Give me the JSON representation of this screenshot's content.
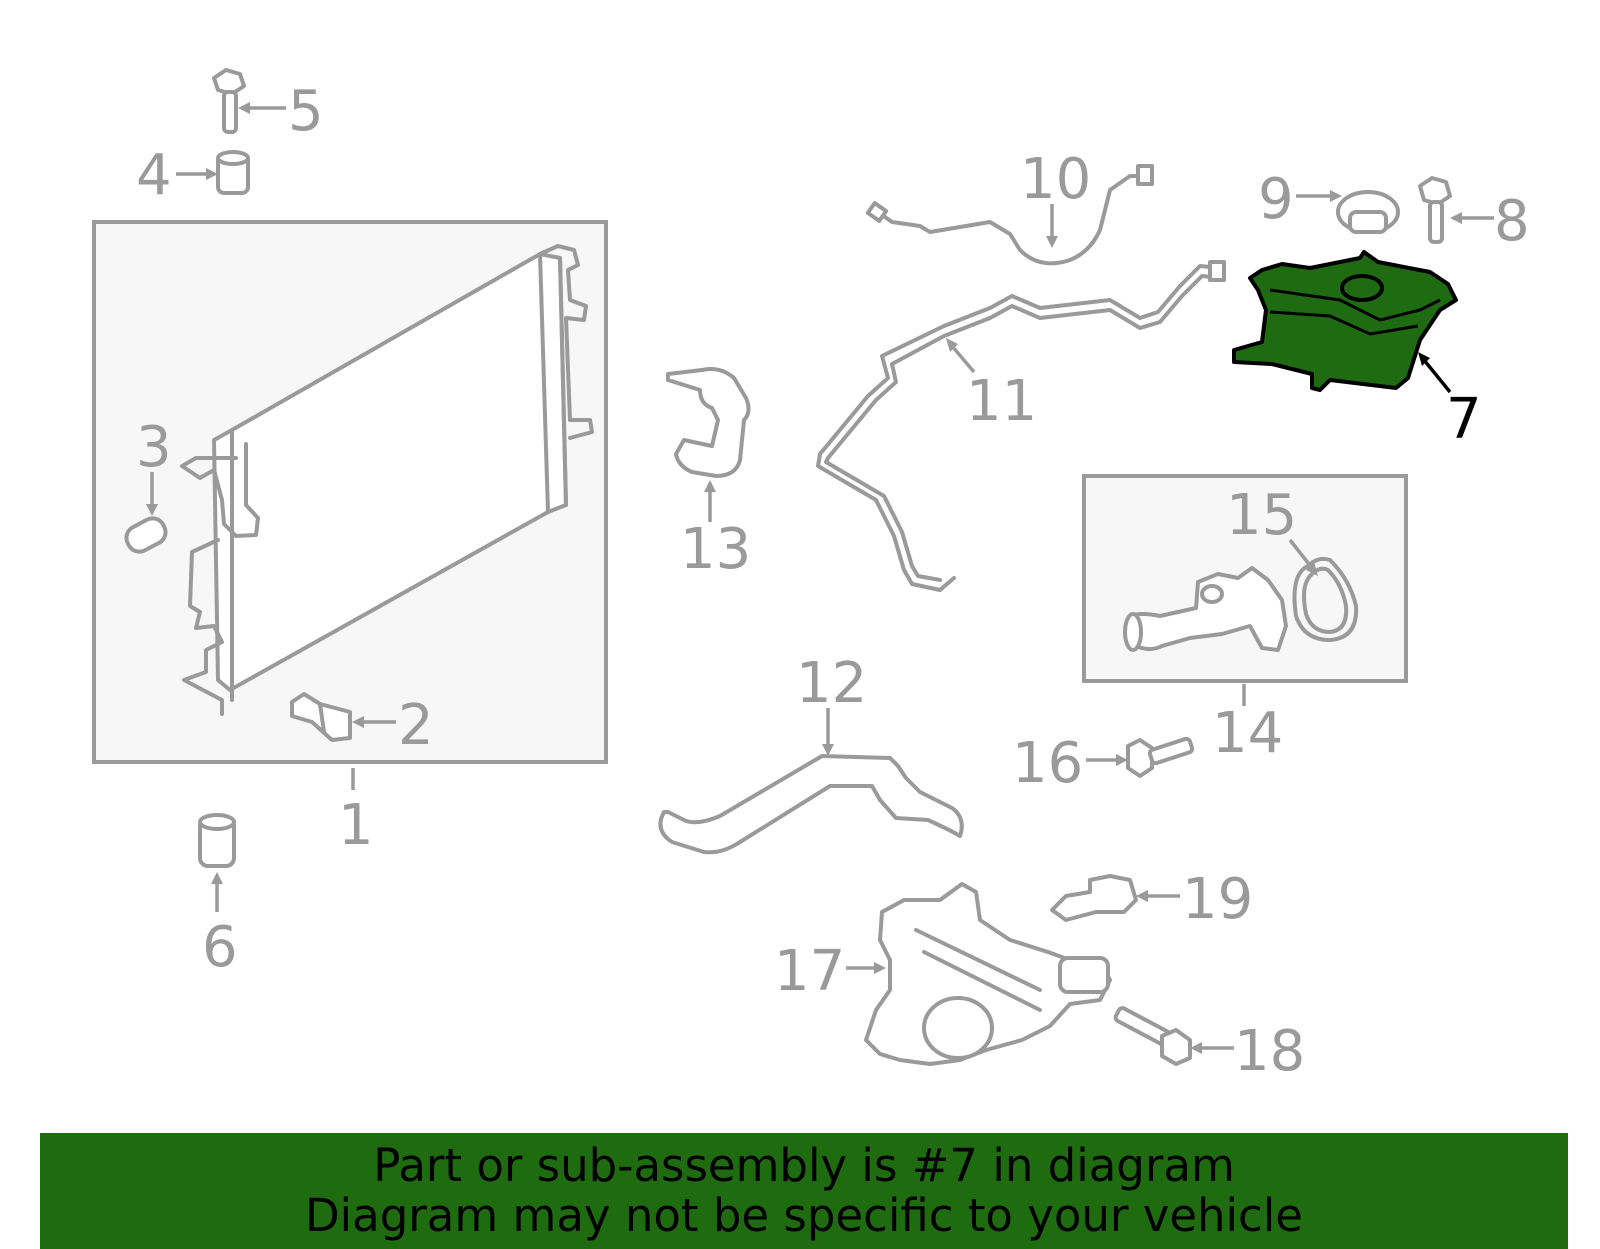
{
  "callouts": {
    "c1": "1",
    "c2": "2",
    "c3": "3",
    "c4": "4",
    "c5": "5",
    "c6": "6",
    "c7": "7",
    "c8": "8",
    "c9": "9",
    "c10": "10",
    "c11": "11",
    "c12": "12",
    "c13": "13",
    "c14": "14",
    "c15": "15",
    "c16": "16",
    "c17": "17",
    "c18": "18",
    "c19": "19"
  },
  "highlighted_part": "7",
  "banner": {
    "line1": "Part or sub-assembly is #7 in diagram",
    "line2": "Diagram may not be specific to your vehicle",
    "background_color": "#1e6b10"
  },
  "colors": {
    "part_outline": "#9a9a9a",
    "highlight_fill": "#1f6b12"
  }
}
